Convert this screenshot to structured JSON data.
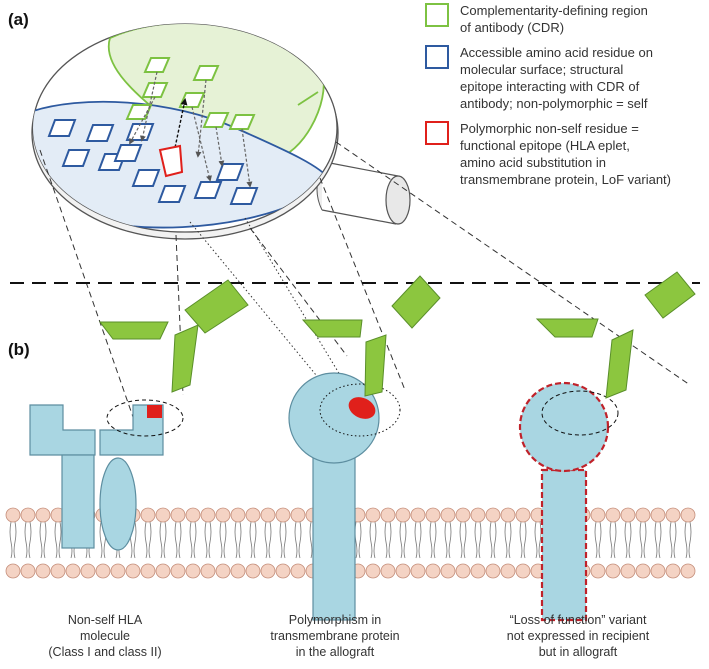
{
  "panels": {
    "a_label": "(a)",
    "b_label": "(b)"
  },
  "colors": {
    "cdr_green": "#7dc242",
    "antibody_fill": "#8cc63f",
    "antibody_stroke": "#5a8f2a",
    "epitope_blue": "#2e5aa0",
    "polymorphic_red": "#e0201b",
    "protein_fill": "#a9d6e2",
    "protein_stroke": "#5d8ea0",
    "lipid_head": "#f4d3c4",
    "lipid_stroke": "#c58e7a"
  },
  "legend": [
    {
      "icon": "green-square-icon",
      "lines": [
        "Complementarity-defining region",
        "of antibody (CDR)"
      ]
    },
    {
      "icon": "blue-square-icon",
      "lines": [
        "Accessible amino acid residue on",
        "molecular surface; structural",
        "epitope interacting with CDR of",
        "antibody; non-polymorphic = self"
      ]
    },
    {
      "icon": "red-square-icon",
      "lines": [
        "Polymorphic non-self residue =",
        "functional epitope (HLA eplet,",
        "amino acid substitution in",
        "transmembrane protein, LoF variant)"
      ]
    }
  ],
  "captions": [
    {
      "lines": [
        "Non-self HLA",
        "molecule",
        "(Class I and class II)"
      ]
    },
    {
      "lines": [
        "Polymorphism in",
        "transmembrane protein",
        "in the allograft"
      ]
    },
    {
      "lines": [
        "“Loss of function” variant",
        "not expressed in recipient",
        "but in allograft"
      ]
    }
  ]
}
